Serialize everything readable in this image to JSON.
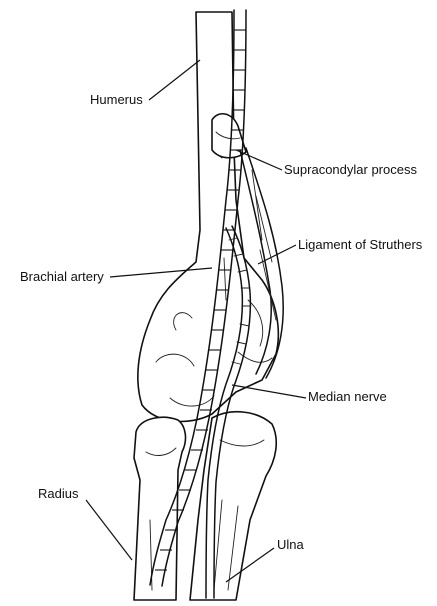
{
  "labels": {
    "humerus": "Humerus",
    "supracondylar_process": "Supracondylar process",
    "ligament_of_struthers": "Ligament of Struthers",
    "brachial_artery": "Brachial artery",
    "median_nerve": "Median nerve",
    "radius": "Radius",
    "ulna": "Ulna"
  }
}
